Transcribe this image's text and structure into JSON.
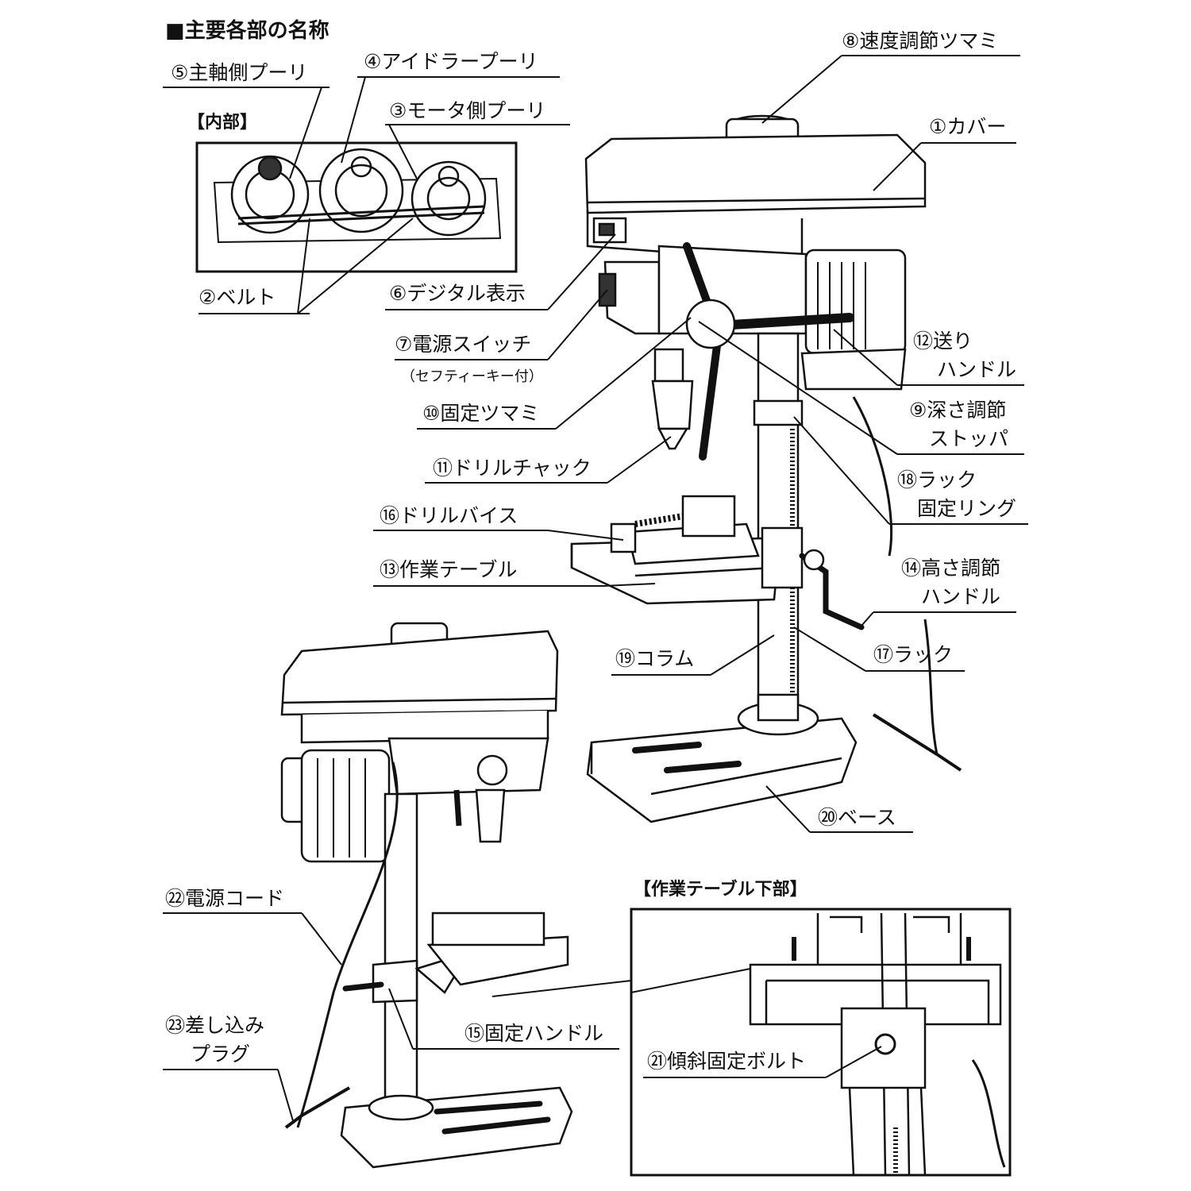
{
  "title": "■主要各部の名称",
  "inset_internal_title": "【内部】",
  "inset_table_title": "【作業テーブル下部】",
  "parts": {
    "p1": "①カバー",
    "p2": "②ベルト",
    "p3": "③モータ側プーリ",
    "p4": "④アイドラープーリ",
    "p5": "⑤主軸側プーリ",
    "p6": "⑥デジタル表示",
    "p7": "⑦電源スイッチ",
    "p7_note": "（セフティーキー付）",
    "p8": "⑧速度調節ツマミ",
    "p9a": "⑨深さ調節",
    "p9b": "ストッパ",
    "p10": "⑩固定ツマミ",
    "p11": "⑪ドリルチャック",
    "p12a": "⑫送り",
    "p12b": "ハンドル",
    "p13": "⑬作業テーブル",
    "p14a": "⑭高さ調節",
    "p14b": "ハンドル",
    "p15": "⑮固定ハンドル",
    "p16": "⑯ドリルバイス",
    "p17": "⑰ラック",
    "p18a": "⑱ラック",
    "p18b": "固定リング",
    "p19": "⑲コラム",
    "p20": "⑳ベース",
    "p21": "㉑傾斜固定ボルト",
    "p22": "㉒電源コード",
    "p23a": "㉓差し込み",
    "p23b": "プラグ"
  }
}
